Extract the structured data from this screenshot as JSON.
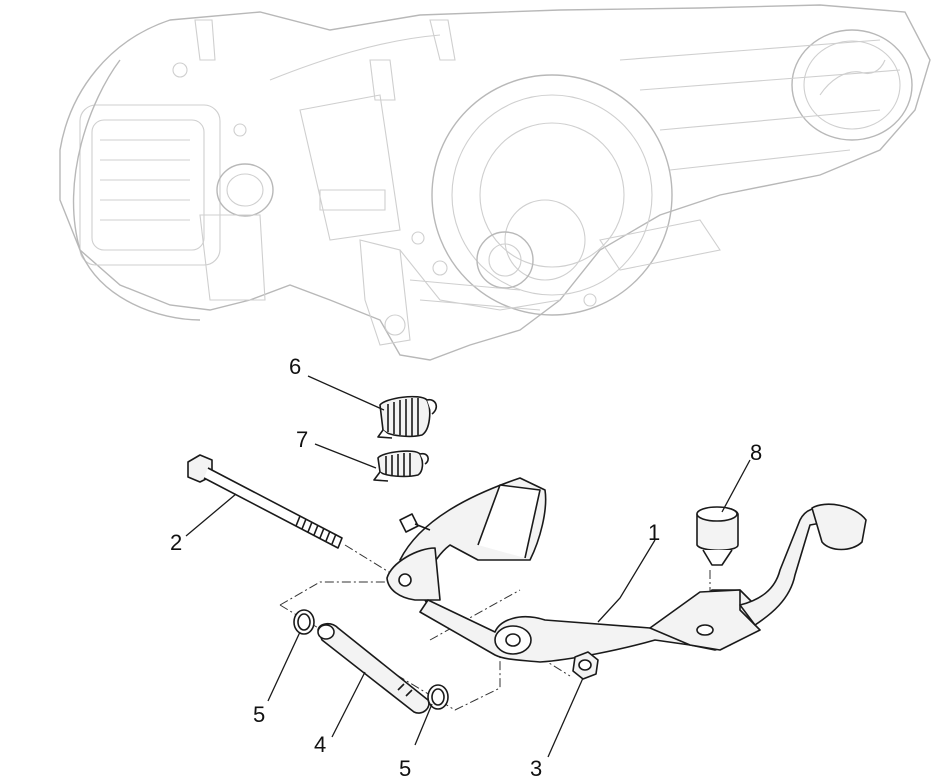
{
  "diagram": {
    "type": "exploded-parts-diagram",
    "callouts": [
      {
        "id": "c1",
        "label": "1"
      },
      {
        "id": "c2",
        "label": "2"
      },
      {
        "id": "c3",
        "label": "3"
      },
      {
        "id": "c4",
        "label": "4"
      },
      {
        "id": "c5a",
        "label": "5"
      },
      {
        "id": "c5b",
        "label": "5"
      },
      {
        "id": "c6",
        "label": "6"
      },
      {
        "id": "c7",
        "label": "7"
      },
      {
        "id": "c8",
        "label": "8"
      }
    ]
  }
}
